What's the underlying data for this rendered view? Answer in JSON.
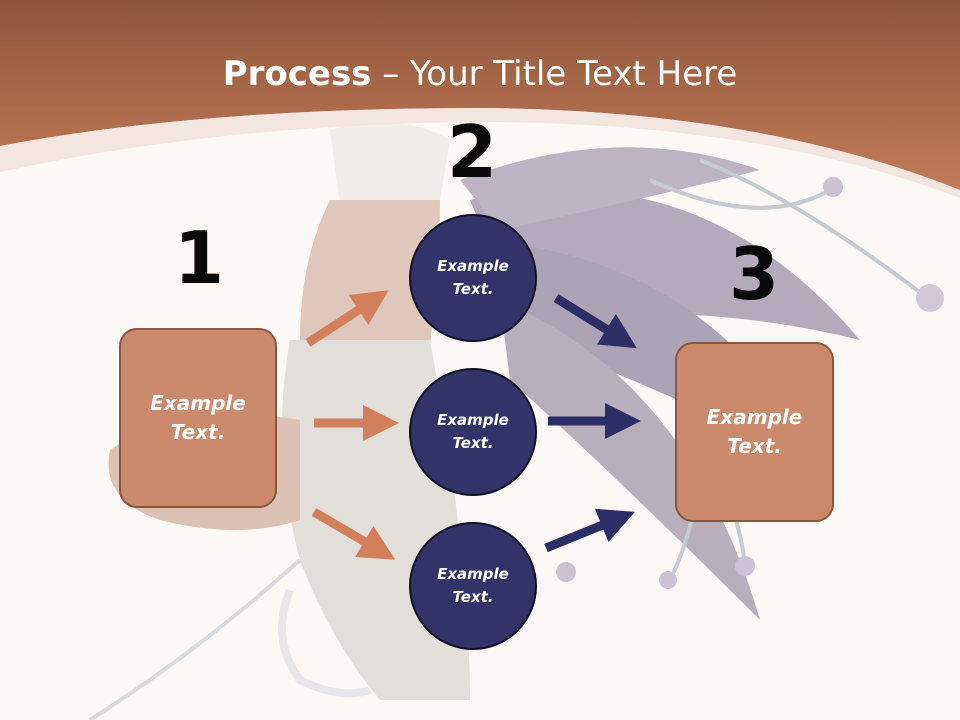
{
  "slide": {
    "title_bold": "Process",
    "title_rest": " – Your Title Text Here"
  },
  "steps": [
    {
      "number": "1",
      "text": "Example\nText."
    },
    {
      "number": "2",
      "items": [
        "Example\nText.",
        "Example\nText.",
        "Example\nText."
      ]
    },
    {
      "number": "3",
      "text": "Example\nText."
    }
  ],
  "colors": {
    "header": "#b8704e",
    "box_fill": "#cc8a6c",
    "circle_fill": "#33336a",
    "arrow_orange": "#d27f5c",
    "arrow_navy": "#2e2e66"
  }
}
